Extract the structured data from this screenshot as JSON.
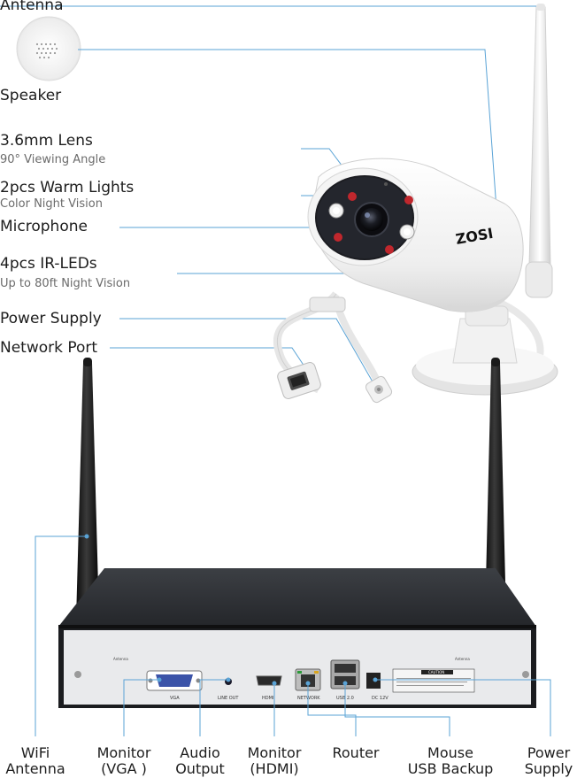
{
  "camera_labels": {
    "antenna": "Antenna",
    "speaker": "Speaker",
    "lens": "3.6mm Lens",
    "lens_sub": "90° Viewing Angle",
    "warm_lights": "2pcs Warm Lights",
    "warm_lights_sub": "Color Night Vision",
    "microphone": "Microphone",
    "ir_leds": "4pcs IR-LEDs",
    "ir_leds_sub": "Up to 80ft Night Vision",
    "power_supply": "Power Supply",
    "network_port": "Network Port"
  },
  "brand": "ZOSI",
  "nvr_panel": {
    "vga": "VGA",
    "line_out": "LINE OUT",
    "hdmi": "HDMI",
    "network": "NETWORK",
    "usb": "USB 2.0",
    "dc": "DC 12V",
    "antenna_left": "Antenna",
    "antenna_right": "Antenna",
    "caution": "CAUTION"
  },
  "bottom_labels": {
    "wifi_1": "WiFi",
    "wifi_2": "Antenna",
    "vga_1": "Monitor",
    "vga_2": "(VGA )",
    "audio_1": "Audio",
    "audio_2": "Output",
    "hdmi_1": "Monitor",
    "hdmi_2": "(HDMI)",
    "router": "Router",
    "mouse_1": "Mouse",
    "mouse_2": "USB Backup",
    "power_1": "Power",
    "power_2": "Supply"
  }
}
